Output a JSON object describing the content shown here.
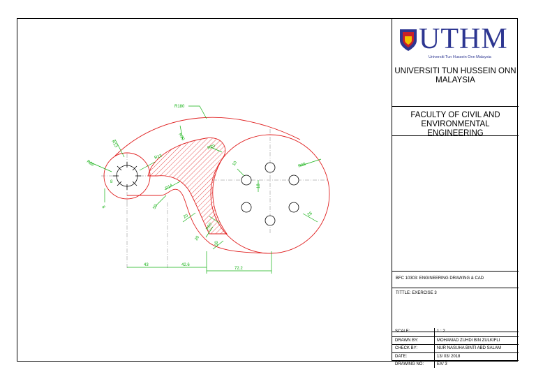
{
  "title_block": {
    "logo_text": "UTHM",
    "logo_subtext": "Universiti Tun Hussein Onn Malaysia",
    "university_line1": "UNIVERSITI TUN HUSSEIN ONN",
    "university_line2": "MALAYSIA",
    "faculty_line1": "FACULTY OF CIVIL AND",
    "faculty_line2": "ENVIRONMENTAL ENGINEERING",
    "course": "BFC 10303: ENGINEERING DRAWING & CAD",
    "title": "TITTLE: EXERCISE 3",
    "rows": [
      {
        "key": "SCALE:",
        "value": "1 : 2"
      },
      {
        "key": "DRAWN BY:",
        "value": "MOHAMAD ZUHDI BIN ZULKIFLI"
      },
      {
        "key": "CHECK BY:",
        "value": "NUR NASUHA BINTI ABD SALAM"
      },
      {
        "key": "DATE:",
        "value": "13/ 03/ 2018"
      },
      {
        "key": "DRAWING NO:",
        "value": "EX/ 3"
      }
    ]
  },
  "dimensions": {
    "r180": "R180",
    "r30": "R30",
    "r26": "R26",
    "r13a": "R13",
    "r13b": "R13",
    "r14": "R14",
    "r65": "R65",
    "r20": "R20",
    "r60": "R60",
    "d10": "10",
    "d8": "8",
    "d18": "18",
    "d20": "20",
    "d28": "28",
    "d30": "30",
    "d50": "50",
    "d20b": "20",
    "d30b": "30",
    "d8b": "8",
    "h43": "43",
    "h426": "42.6",
    "h722": "72.2"
  },
  "colors": {
    "outline": "#e02020",
    "dimension": "#10b010",
    "centerline": "#808080",
    "logo": "#2d3691"
  }
}
